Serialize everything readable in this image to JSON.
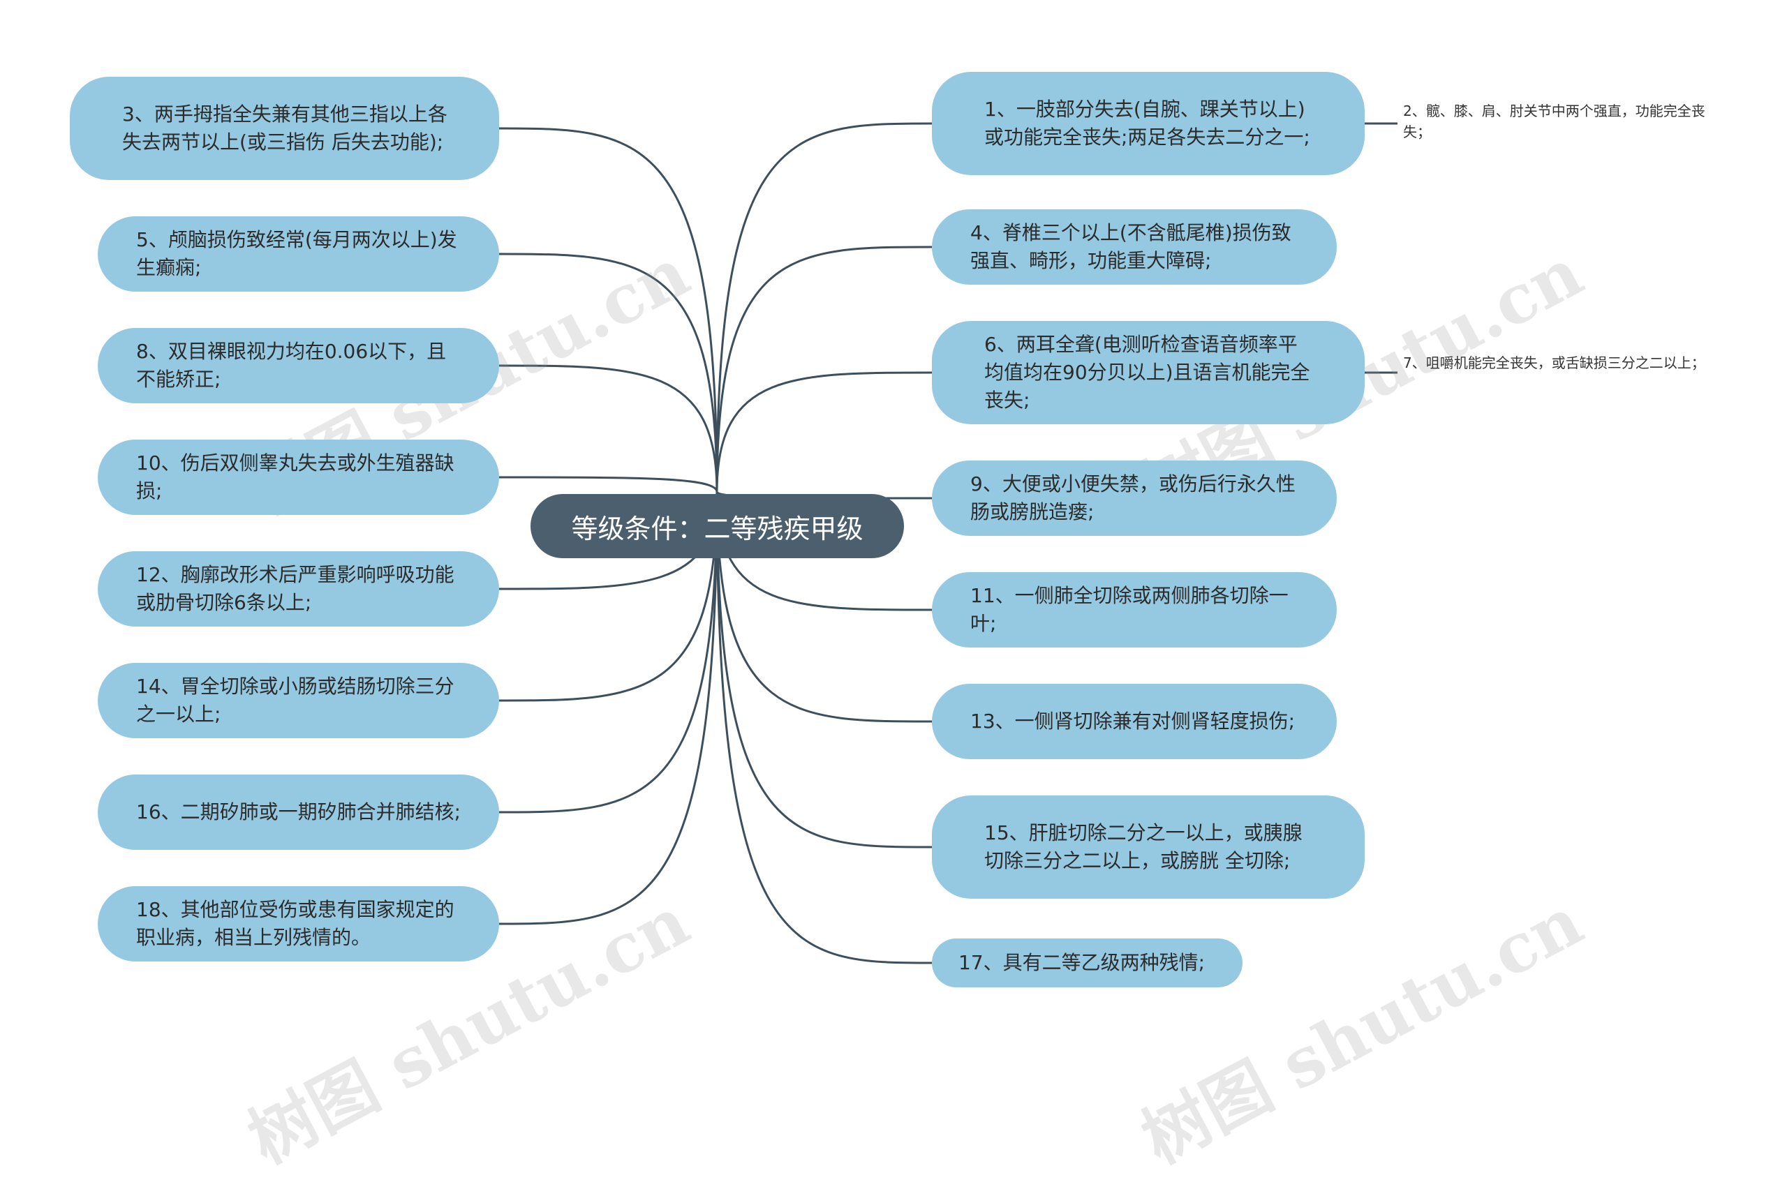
{
  "center": {
    "label": "等级条件：二等残疾甲级"
  },
  "left_nodes": [
    {
      "id": "L1",
      "text": "3、两手拇指全失兼有其他三指以上各失去两节以上(或三指伤 后失去功能);"
    },
    {
      "id": "L2",
      "text": "5、颅脑损伤致经常(每月两次以上)发生癫痫;"
    },
    {
      "id": "L3",
      "text": "8、双目裸眼视力均在0.06以下，且不能矫正;"
    },
    {
      "id": "L4",
      "text": "10、伤后双侧睾丸失去或外生殖器缺损;"
    },
    {
      "id": "L5",
      "text": "12、胸廓改形术后严重影响呼吸功能或肋骨切除6条以上;"
    },
    {
      "id": "L6",
      "text": "14、胃全切除或小肠或结肠切除三分之一以上;"
    },
    {
      "id": "L7",
      "text": "16、二期矽肺或一期矽肺合并肺结核;"
    },
    {
      "id": "L8",
      "text": "18、其他部位受伤或患有国家规定的职业病，相当上列残情的。"
    }
  ],
  "right_nodes": [
    {
      "id": "R1",
      "text": "1、一肢部分失去(自腕、踝关节以上)或功能完全丧失;两足各失去二分之一;"
    },
    {
      "id": "R2",
      "text": "4、脊椎三个以上(不含骶尾椎)损伤致强直、畸形，功能重大障碍;"
    },
    {
      "id": "R3",
      "text": "6、两耳全聋(电测听检查语音频率平均值均在90分贝以上)且语言机能完全丧失;"
    },
    {
      "id": "R4",
      "text": "9、大便或小便失禁，或伤后行永久性肠或膀胱造瘘;"
    },
    {
      "id": "R5",
      "text": "11、一侧肺全切除或两侧肺各切除一叶;"
    },
    {
      "id": "R6",
      "text": "13、一侧肾切除兼有对侧肾轻度损伤;"
    },
    {
      "id": "R7",
      "text": "15、肝脏切除二分之一以上，或胰腺切除三分之二以上，或膀胱 全切除;"
    },
    {
      "id": "R8",
      "text": "17、具有二等乙级两种残情;"
    }
  ],
  "sub_nodes": [
    {
      "parent": "R1",
      "text": "2、髋、膝、肩、肘关节中两个强直，功能完全丧失；"
    },
    {
      "parent": "R3",
      "text": "7、咀嚼机能完全丧失，或舌缺损三分之二以上；"
    }
  ],
  "watermark": "树图 shutu.cn",
  "colors": {
    "node": "#95c9e2",
    "center": "#4c5f6e",
    "line": "#3d4f5c",
    "text": "#2b2b2b"
  }
}
